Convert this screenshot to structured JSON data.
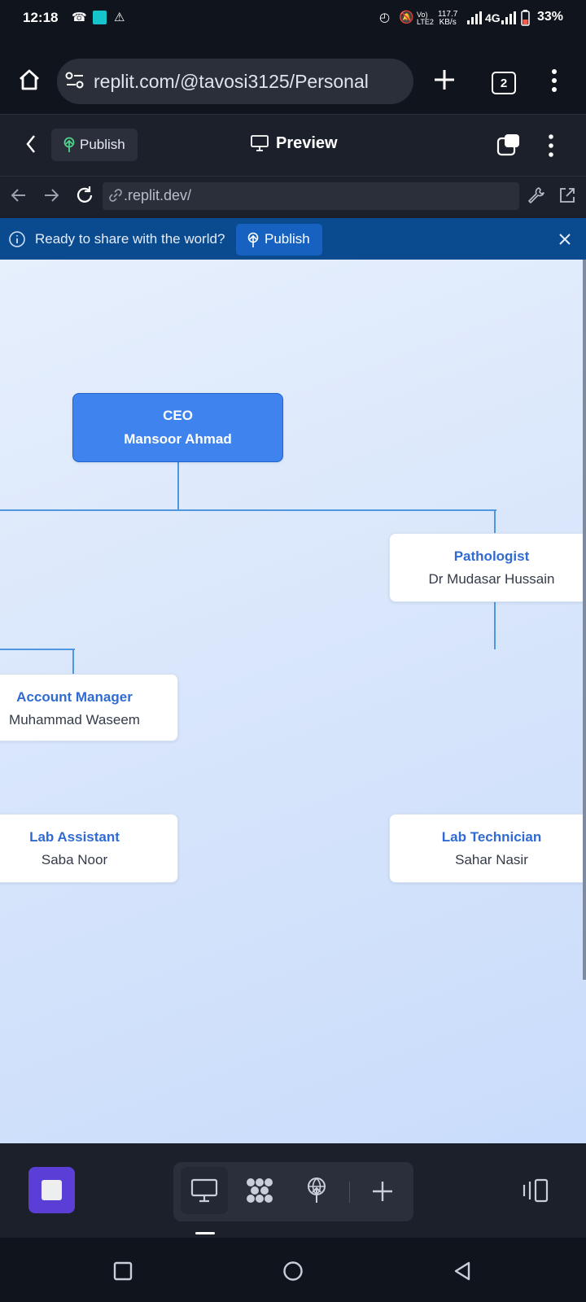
{
  "status_bar": {
    "time": "12:18",
    "right": "33%",
    "network": "4G",
    "speed": "117.7",
    "icons": [
      "call-forward-icon",
      "app-icon",
      "warning-icon",
      "alarm-icon",
      "mute-icon",
      "volte-icon",
      "signal-icon",
      "battery-icon"
    ]
  },
  "browser": {
    "url": "replit.com/@tavosi3125/Personal",
    "tab_count": "2"
  },
  "replit_bar": {
    "publish_label": "Publish",
    "preview_label": "Preview"
  },
  "address": {
    "url": ".replit.dev/"
  },
  "banner": {
    "text": "Ready to share with the world?",
    "publish_label": "Publish"
  },
  "org_chart": {
    "ceo": {
      "role": "CEO",
      "name": "Mansoor Ahmad"
    },
    "pathologist": {
      "role": "Pathologist",
      "name": "Dr Mudasar Hussain"
    },
    "account_manager": {
      "role": "Account Manager",
      "name": "Muhammad Waseem"
    },
    "lab_assistant": {
      "role": "Lab Assistant",
      "name": "Saba Noor"
    },
    "lab_technician": {
      "role": "Lab Technician",
      "name": "Sahar Nasir"
    }
  },
  "colors": {
    "accent": "#3f84ee",
    "role_text": "#2f6bd2",
    "connector": "#4f97df",
    "banner": "#0a4a8f",
    "stop_button": "#5b3ed6"
  }
}
